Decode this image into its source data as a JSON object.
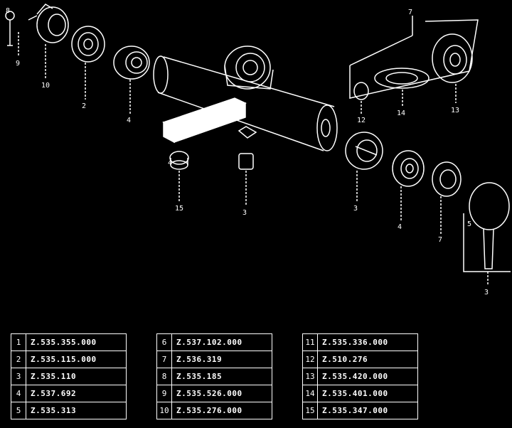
{
  "callouts": {
    "c1": "9",
    "c2": "10",
    "c3": "2",
    "c4": "4",
    "c5": "7",
    "c6": "12",
    "c7": "14",
    "c8": "13",
    "c9": "15",
    "c10": "3",
    "c11": "3",
    "c12": "4",
    "c13": "7",
    "c14": "3",
    "c15": "5",
    "c16": "8",
    "c17": "4"
  },
  "parts_tables": [
    [
      {
        "num": "1",
        "code": "Z.535.355.000"
      },
      {
        "num": "2",
        "code": "Z.535.115.000"
      },
      {
        "num": "3",
        "code": "Z.535.110"
      },
      {
        "num": "4",
        "code": "Z.537.692"
      },
      {
        "num": "5",
        "code": "Z.535.313"
      }
    ],
    [
      {
        "num": "6",
        "code": "Z.537.102.000"
      },
      {
        "num": "7",
        "code": "Z.536.319"
      },
      {
        "num": "8",
        "code": "Z.535.185"
      },
      {
        "num": "9",
        "code": "Z.535.526.000"
      },
      {
        "num": "10",
        "code": "Z.535.276.000"
      }
    ],
    [
      {
        "num": "11",
        "code": "Z.535.336.000"
      },
      {
        "num": "12",
        "code": "Z.510.276"
      },
      {
        "num": "13",
        "code": "Z.535.420.000"
      },
      {
        "num": "14",
        "code": "Z.535.401.000"
      },
      {
        "num": "15",
        "code": "Z.535.347.000"
      }
    ]
  ]
}
